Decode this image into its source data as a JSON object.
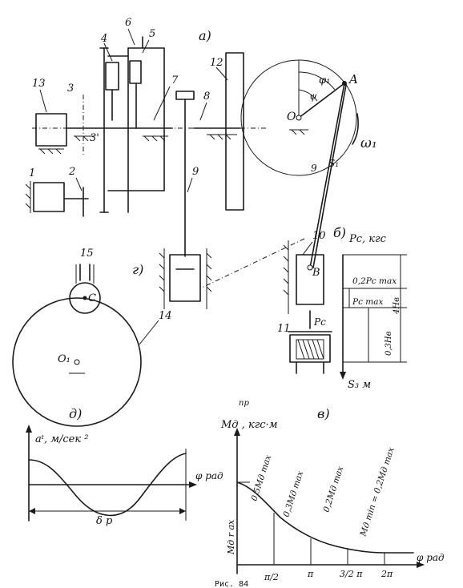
{
  "panel_labels": {
    "a": "а)",
    "b": "б)",
    "v": "в)",
    "g": "г)",
    "d": "д)"
  },
  "parts": {
    "p1": "1",
    "p2": "2",
    "p3": "3",
    "p3p": "3'",
    "p4": "4",
    "p5": "5",
    "p6": "6",
    "p7": "7",
    "p8": "8",
    "p9": "9",
    "p9b": "9",
    "p10": "10",
    "p11": "11",
    "p12": "12",
    "p13": "13",
    "p14": "14",
    "p15": "15"
  },
  "points": {
    "A": "A",
    "O": "O",
    "B": "B",
    "C": "C",
    "O1": "O₁"
  },
  "angles": {
    "phi1": "φ₁",
    "psi": "ψ",
    "s1": "S₁",
    "omega1": "ω₁"
  },
  "graph_b": {
    "pc_axis": "Pc, кгс",
    "lbl_02": "0,2Pc max",
    "lbl_pcmax": "Pc max",
    "lbl_4hb": "4Hв",
    "lbl_03hb": "0,3Hв",
    "lbl_pc": "Pc",
    "lbl_s3": "S₃ м"
  },
  "graph_v": {
    "y_axis": "Mд , кгс·м",
    "y_sup": "пр",
    "panel": "в)",
    "curve_labels": [
      "0,5Mд max",
      "0,3Mд max",
      "0,2Mд max",
      "Mд min = 0,2Mд max"
    ],
    "y_label": "Mд r ах",
    "x_ticks": [
      "π/2",
      "π",
      "3/2 π",
      "2π"
    ],
    "x_axis": "φ рад"
  },
  "graph_d": {
    "y_axis": "aᵗ, м/сек ²",
    "x_axis": "φ рад",
    "period": "δ p"
  },
  "caption": "Рис. 84"
}
